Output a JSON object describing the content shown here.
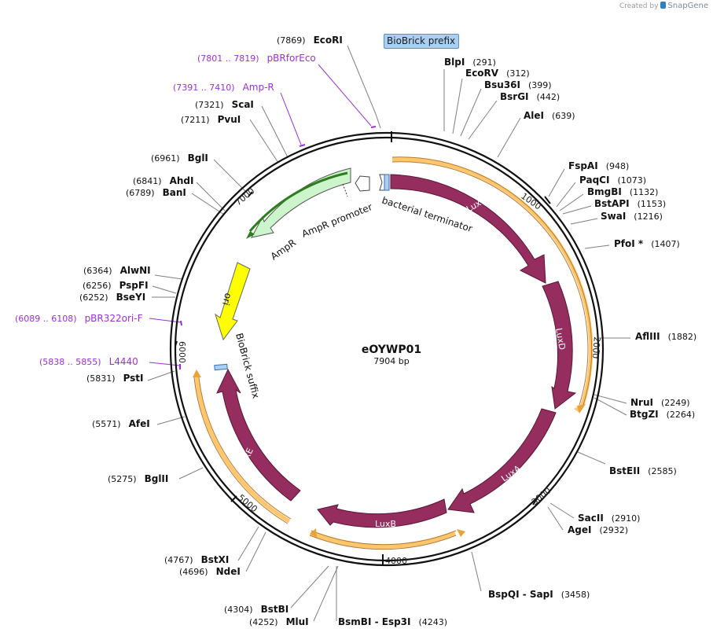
{
  "credit": {
    "created_by": "Created by",
    "app": "SnapGene"
  },
  "plasmid": {
    "name": "eOYWP01",
    "length_label": "7904 bp",
    "length": 7904
  },
  "chip": {
    "label": "BioBrick prefix"
  },
  "ticks": [
    "1000",
    "2000",
    "3000",
    "4000",
    "5000",
    "6000",
    "7000"
  ],
  "features": {
    "luxc": "LuxC",
    "luxd": "LuxD",
    "luxa": "LuxA",
    "luxb": "LuxB",
    "luxe": "LuxE",
    "ampr": "AmpR",
    "ampr_promoter": "AmpR promoter",
    "ori": "ori",
    "terminator": "bacterial terminator",
    "suffix": "BioBrick suffix"
  },
  "sites": [
    {
      "id": "ecori",
      "name": "EcoRI",
      "pos": "(7869)"
    },
    {
      "id": "blpi",
      "name": "BlpI",
      "pos": "(291)"
    },
    {
      "id": "ecorv",
      "name": "EcoRV",
      "pos": "(312)"
    },
    {
      "id": "bsu36i",
      "name": "Bsu36I",
      "pos": "(399)"
    },
    {
      "id": "bsrgi",
      "name": "BsrGI",
      "pos": "(442)"
    },
    {
      "id": "alei",
      "name": "AleI",
      "pos": "(639)"
    },
    {
      "id": "fspai",
      "name": "FspAI",
      "pos": "(948)"
    },
    {
      "id": "paqci",
      "name": "PaqCI",
      "pos": "(1073)"
    },
    {
      "id": "bmgbi",
      "name": "BmgBI",
      "pos": "(1132)"
    },
    {
      "id": "bstapi",
      "name": "BstAPI",
      "pos": "(1153)"
    },
    {
      "id": "swai",
      "name": "SwaI",
      "pos": "(1216)"
    },
    {
      "id": "pfoi",
      "name": "PfoI *",
      "pos": "(1407)"
    },
    {
      "id": "aflii",
      "name": "AflIII",
      "pos": "(1882)"
    },
    {
      "id": "nrui",
      "name": "NruI",
      "pos": "(2249)"
    },
    {
      "id": "btgzi",
      "name": "BtgZI",
      "pos": "(2264)"
    },
    {
      "id": "bsteii",
      "name": "BstEII",
      "pos": "(2585)"
    },
    {
      "id": "sacii",
      "name": "SacII",
      "pos": "(2910)"
    },
    {
      "id": "agei",
      "name": "AgeI",
      "pos": "(2932)"
    },
    {
      "id": "bspqi",
      "name": "BspQI - SapI",
      "pos": "(3458)"
    },
    {
      "id": "bsmbi",
      "name": "BsmBI - Esp3I",
      "pos": "(4243)"
    },
    {
      "id": "mlui",
      "name": "MluI",
      "pos": "(4252)"
    },
    {
      "id": "bstbi",
      "name": "BstBI",
      "pos": "(4304)"
    },
    {
      "id": "ndei",
      "name": "NdeI",
      "pos": "(4696)"
    },
    {
      "id": "bstxi",
      "name": "BstXI",
      "pos": "(4767)"
    },
    {
      "id": "bglii",
      "name": "BglII",
      "pos": "(5275)"
    },
    {
      "id": "afei",
      "name": "AfeI",
      "pos": "(5571)"
    },
    {
      "id": "psti",
      "name": "PstI",
      "pos": "(5831)"
    },
    {
      "id": "bseyi",
      "name": "BseYI",
      "pos": "(6252)"
    },
    {
      "id": "pspfi",
      "name": "PspFI",
      "pos": "(6256)"
    },
    {
      "id": "alwni",
      "name": "AlwNI",
      "pos": "(6364)"
    },
    {
      "id": "bani",
      "name": "BanI",
      "pos": "(6789)"
    },
    {
      "id": "ahdi",
      "name": "AhdI",
      "pos": "(6841)"
    },
    {
      "id": "bgli",
      "name": "BglI",
      "pos": "(6961)"
    },
    {
      "id": "pvui",
      "name": "PvuI",
      "pos": "(7211)"
    },
    {
      "id": "scai",
      "name": "ScaI",
      "pos": "(7321)"
    }
  ],
  "primers": [
    {
      "id": "pbrforeco",
      "range": "(7801 .. 7819)",
      "name": "pBRforEco"
    },
    {
      "id": "ampr",
      "range": "(7391 .. 7410)",
      "name": "Amp-R"
    },
    {
      "id": "pbr322ori",
      "range": "(6089 .. 6108)",
      "name": "pBR322ori-F"
    },
    {
      "id": "l4440",
      "range": "(5838 .. 5855)",
      "name": "L4440"
    }
  ],
  "colors": {
    "lux": "#962d5f",
    "ampr": "#ccf5cc",
    "ampr_edge": "#4a9a3a",
    "ori": "#ffff00",
    "orf": "#ffc66b",
    "primer": "#9b30d9",
    "prefix": "#a9cff2"
  }
}
